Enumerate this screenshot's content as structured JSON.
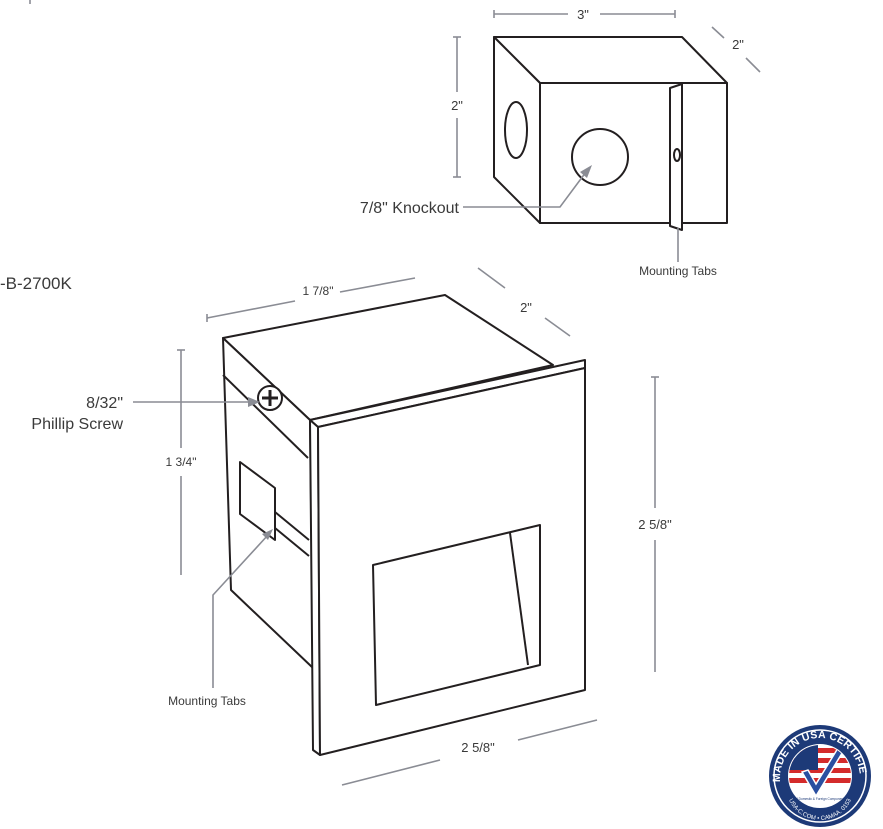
{
  "part_number_fragment": "-B-2700K",
  "top_view": {
    "width_dim": "3\"",
    "depth_dim": "2\"",
    "height_dim": "2\"",
    "knockout_label": "7/8\" Knockout",
    "mounting_tabs_label": "Mounting Tabs"
  },
  "main_view": {
    "width_dim": "1 7/8\"",
    "depth_dim": "2\"",
    "height_dim": "1 3/4\"",
    "plate_height_dim": "2 5/8\"",
    "plate_width_dim": "2 5/8\"",
    "screw_size": "8/32\"",
    "screw_label": "Phillip Screw",
    "mounting_tabs_label": "Mounting Tabs"
  },
  "badge": {
    "title": "MADE IN USA CERTIFIED",
    "subtitle": "Of Domestic & Foreign Components",
    "footer": "USA-C.COM • CAMAA. 0153",
    "colors": {
      "navy": "#1d3a78",
      "red": "#d42b2b"
    }
  }
}
